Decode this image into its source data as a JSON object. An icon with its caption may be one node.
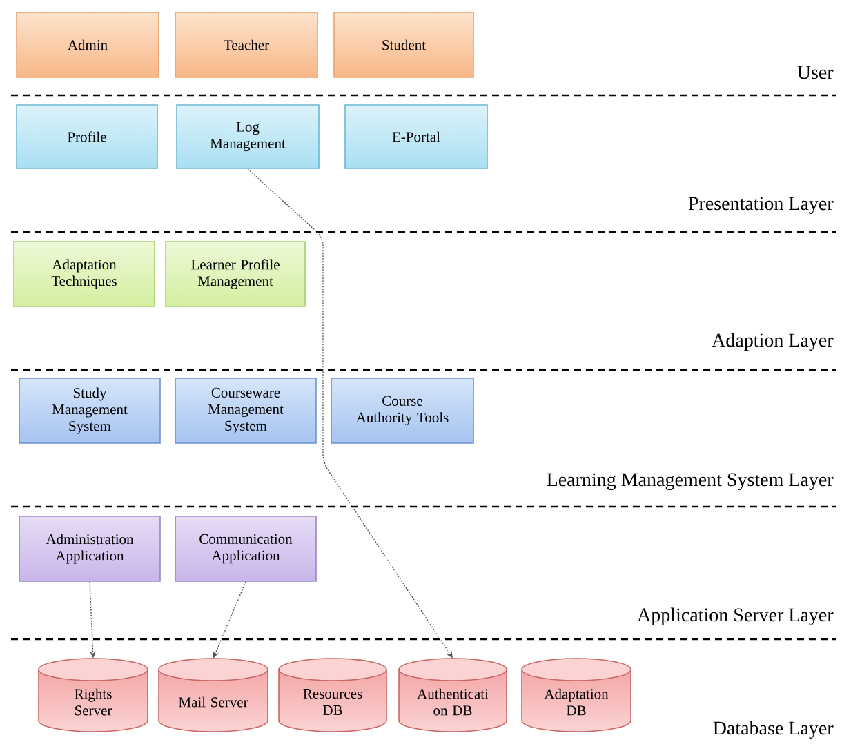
{
  "diagram": {
    "nodes": [
      {
        "text": [
          "Admin"
        ]
      },
      {
        "text": [
          "Teacher"
        ]
      },
      {
        "text": [
          "Student"
        ]
      },
      {
        "text": [
          "Profile"
        ]
      },
      {
        "text": [
          "Log Management"
        ]
      },
      {
        "text": [
          "E-Portal"
        ]
      },
      {
        "text": [
          "Adaptation Techniques"
        ]
      },
      {
        "text": [
          "Learner Profile Management"
        ]
      },
      {
        "text": [
          "Study Management System"
        ]
      },
      {
        "text": [
          "Courseware Management System"
        ]
      },
      {
        "text": [
          "Course Authority Tools"
        ]
      },
      {
        "text": [
          "Administration Application"
        ]
      },
      {
        "text": [
          "Communication Application"
        ]
      },
      {
        "text": [
          "Rights Server"
        ]
      },
      {
        "text": [
          "Mail Server"
        ]
      },
      {
        "text": [
          "Resources DB"
        ]
      },
      {
        "text": [
          "Authenticati on DB"
        ]
      },
      {
        "text": [
          "Adaptation DB"
        ]
      }
    ],
    "edges": [
      {
        "from": 4,
        "to": 16,
        "arrow": "to"
      },
      {
        "from": 11,
        "to": 13,
        "arrow": "to"
      },
      {
        "from": 12,
        "to": 14,
        "arrow": "to"
      }
    ],
    "labels": [
      "User",
      "Presentation Layer",
      "Adaption Layer",
      "Learning Management System Layer",
      "Application Server Layer",
      "Database Layer"
    ]
  }
}
